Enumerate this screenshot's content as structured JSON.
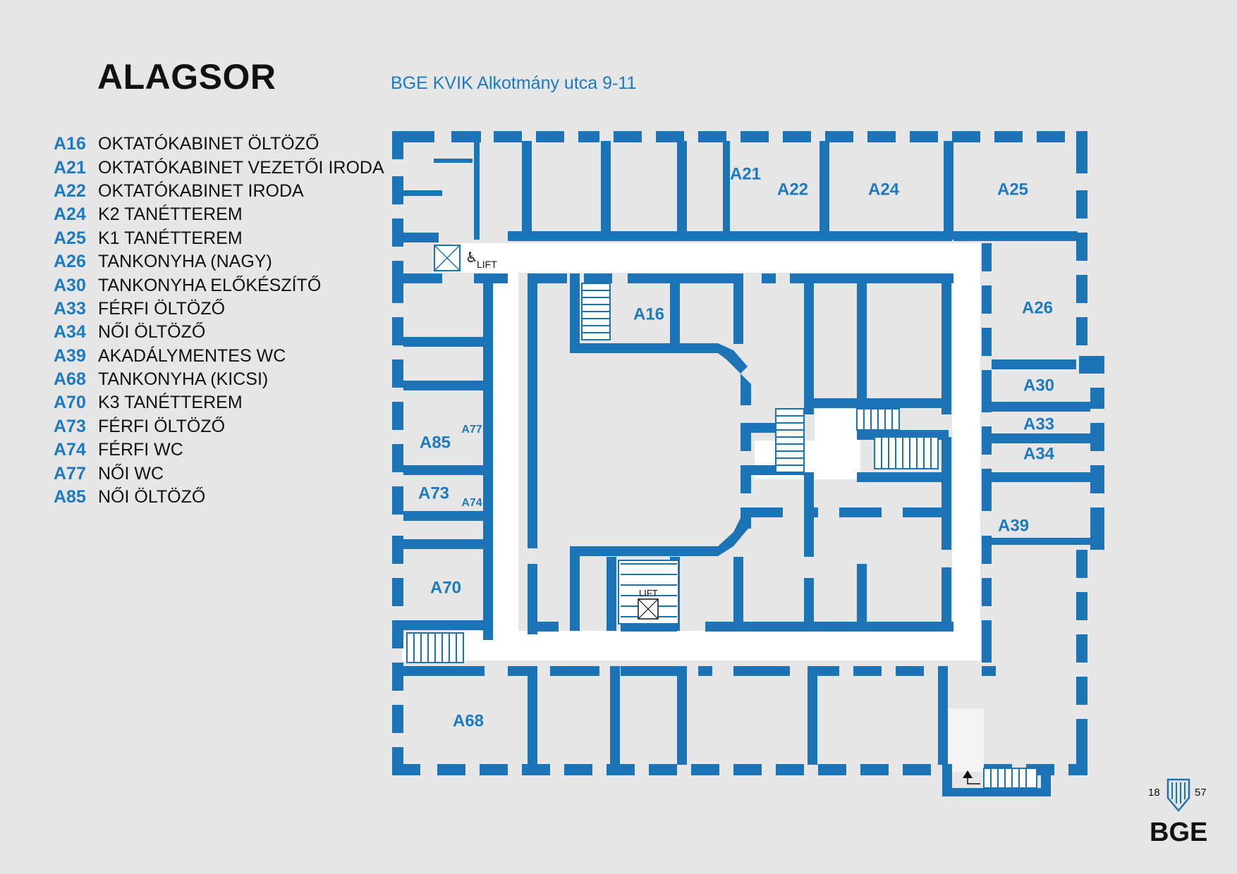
{
  "title": "ALAGSOR",
  "subtitle": "BGE KVIK Alkotmány utca 9-11",
  "legend": [
    {
      "code": "A16",
      "name": "OKTATÓKABINET ÖLTÖZŐ"
    },
    {
      "code": "A21",
      "name": "OKTATÓKABINET VEZETŐI IRODA"
    },
    {
      "code": "A22",
      "name": "OKTATÓKABINET IRODA"
    },
    {
      "code": "A24",
      "name": "K2 TANÉTTEREM"
    },
    {
      "code": "A25",
      "name": "K1 TANÉTTEREM"
    },
    {
      "code": "A26",
      "name": "TANKONYHA (NAGY)"
    },
    {
      "code": "A30",
      "name": "TANKONYHA ELŐKÉSZÍTŐ"
    },
    {
      "code": "A33",
      "name": "FÉRFI ÖLTÖZŐ"
    },
    {
      "code": "A34",
      "name": "NŐI ÖLTÖZŐ"
    },
    {
      "code": "A39",
      "name": "AKADÁLYMENTES WC"
    },
    {
      "code": "A68",
      "name": "TANKONYHA (KICSI)"
    },
    {
      "code": "A70",
      "name": "K3 TANÉTTEREM"
    },
    {
      "code": "A73",
      "name": "FÉRFI ÖLTÖZŐ"
    },
    {
      "code": "A74",
      "name": "FÉRFI WC"
    },
    {
      "code": "A77",
      "name": "NŐI WC"
    },
    {
      "code": "A85",
      "name": "NŐI ÖLTÖZŐ"
    }
  ],
  "map_labels": {
    "A16": "A16",
    "A21": "A21",
    "A22": "A22",
    "A24": "A24",
    "A25": "A25",
    "A26": "A26",
    "A30": "A30",
    "A33": "A33",
    "A34": "A34",
    "A39": "A39",
    "A68": "A68",
    "A70": "A70",
    "A73": "A73",
    "A74": "A74",
    "A77": "A77",
    "A85": "A85",
    "lift_top": "LIFT",
    "lift_center": "LIFT"
  },
  "logo": {
    "year_left": "18",
    "year_right": "57",
    "text": "BGE"
  },
  "colors": {
    "brand_blue": "#1c73b5",
    "label_blue": "#1c7ac0",
    "background": "#e6e6e6"
  },
  "icons": {
    "wheelchair": "wheelchair-icon",
    "lift": "lift-icon",
    "entrance": "entrance-arrow-icon"
  }
}
